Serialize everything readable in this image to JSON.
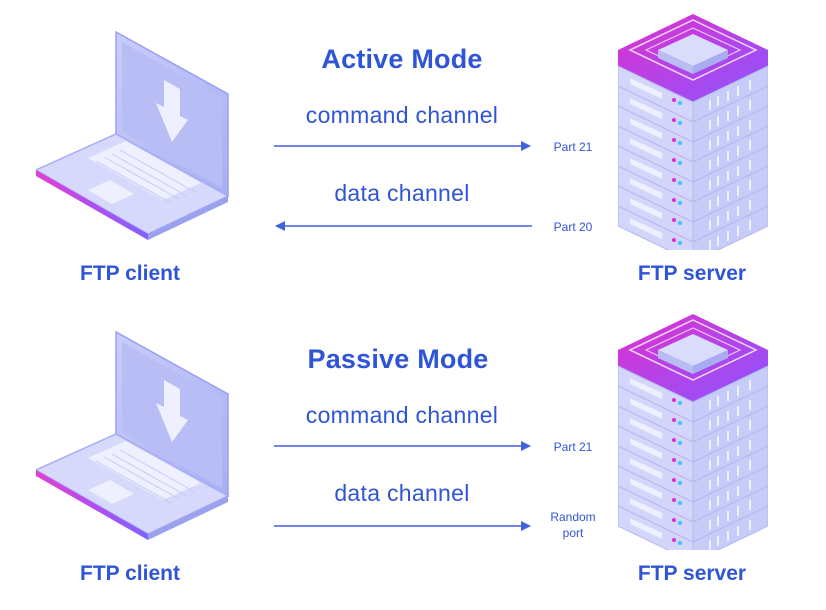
{
  "diagram": {
    "active": {
      "title": "Active Mode",
      "command_channel": "command channel",
      "data_channel": "data channel",
      "command_port": "Part 21",
      "data_port": "Part 20",
      "client_label": "FTP client",
      "server_label": "FTP server"
    },
    "passive": {
      "title": "Passive Mode",
      "command_channel": "command channel",
      "data_channel": "data channel",
      "command_port": "Part 21",
      "data_port_line1": "Random",
      "data_port_line2": "port",
      "client_label": "FTP client",
      "server_label": "FTP server"
    }
  },
  "colors": {
    "text_blue": "#2f55d6",
    "arrow_blue": "#3e63dd",
    "laptop_lilac": "#c3c8f7",
    "server_magenta": "#e02fd0"
  },
  "icons": {
    "client": "laptop-download-icon",
    "server": "server-rack-icon"
  }
}
